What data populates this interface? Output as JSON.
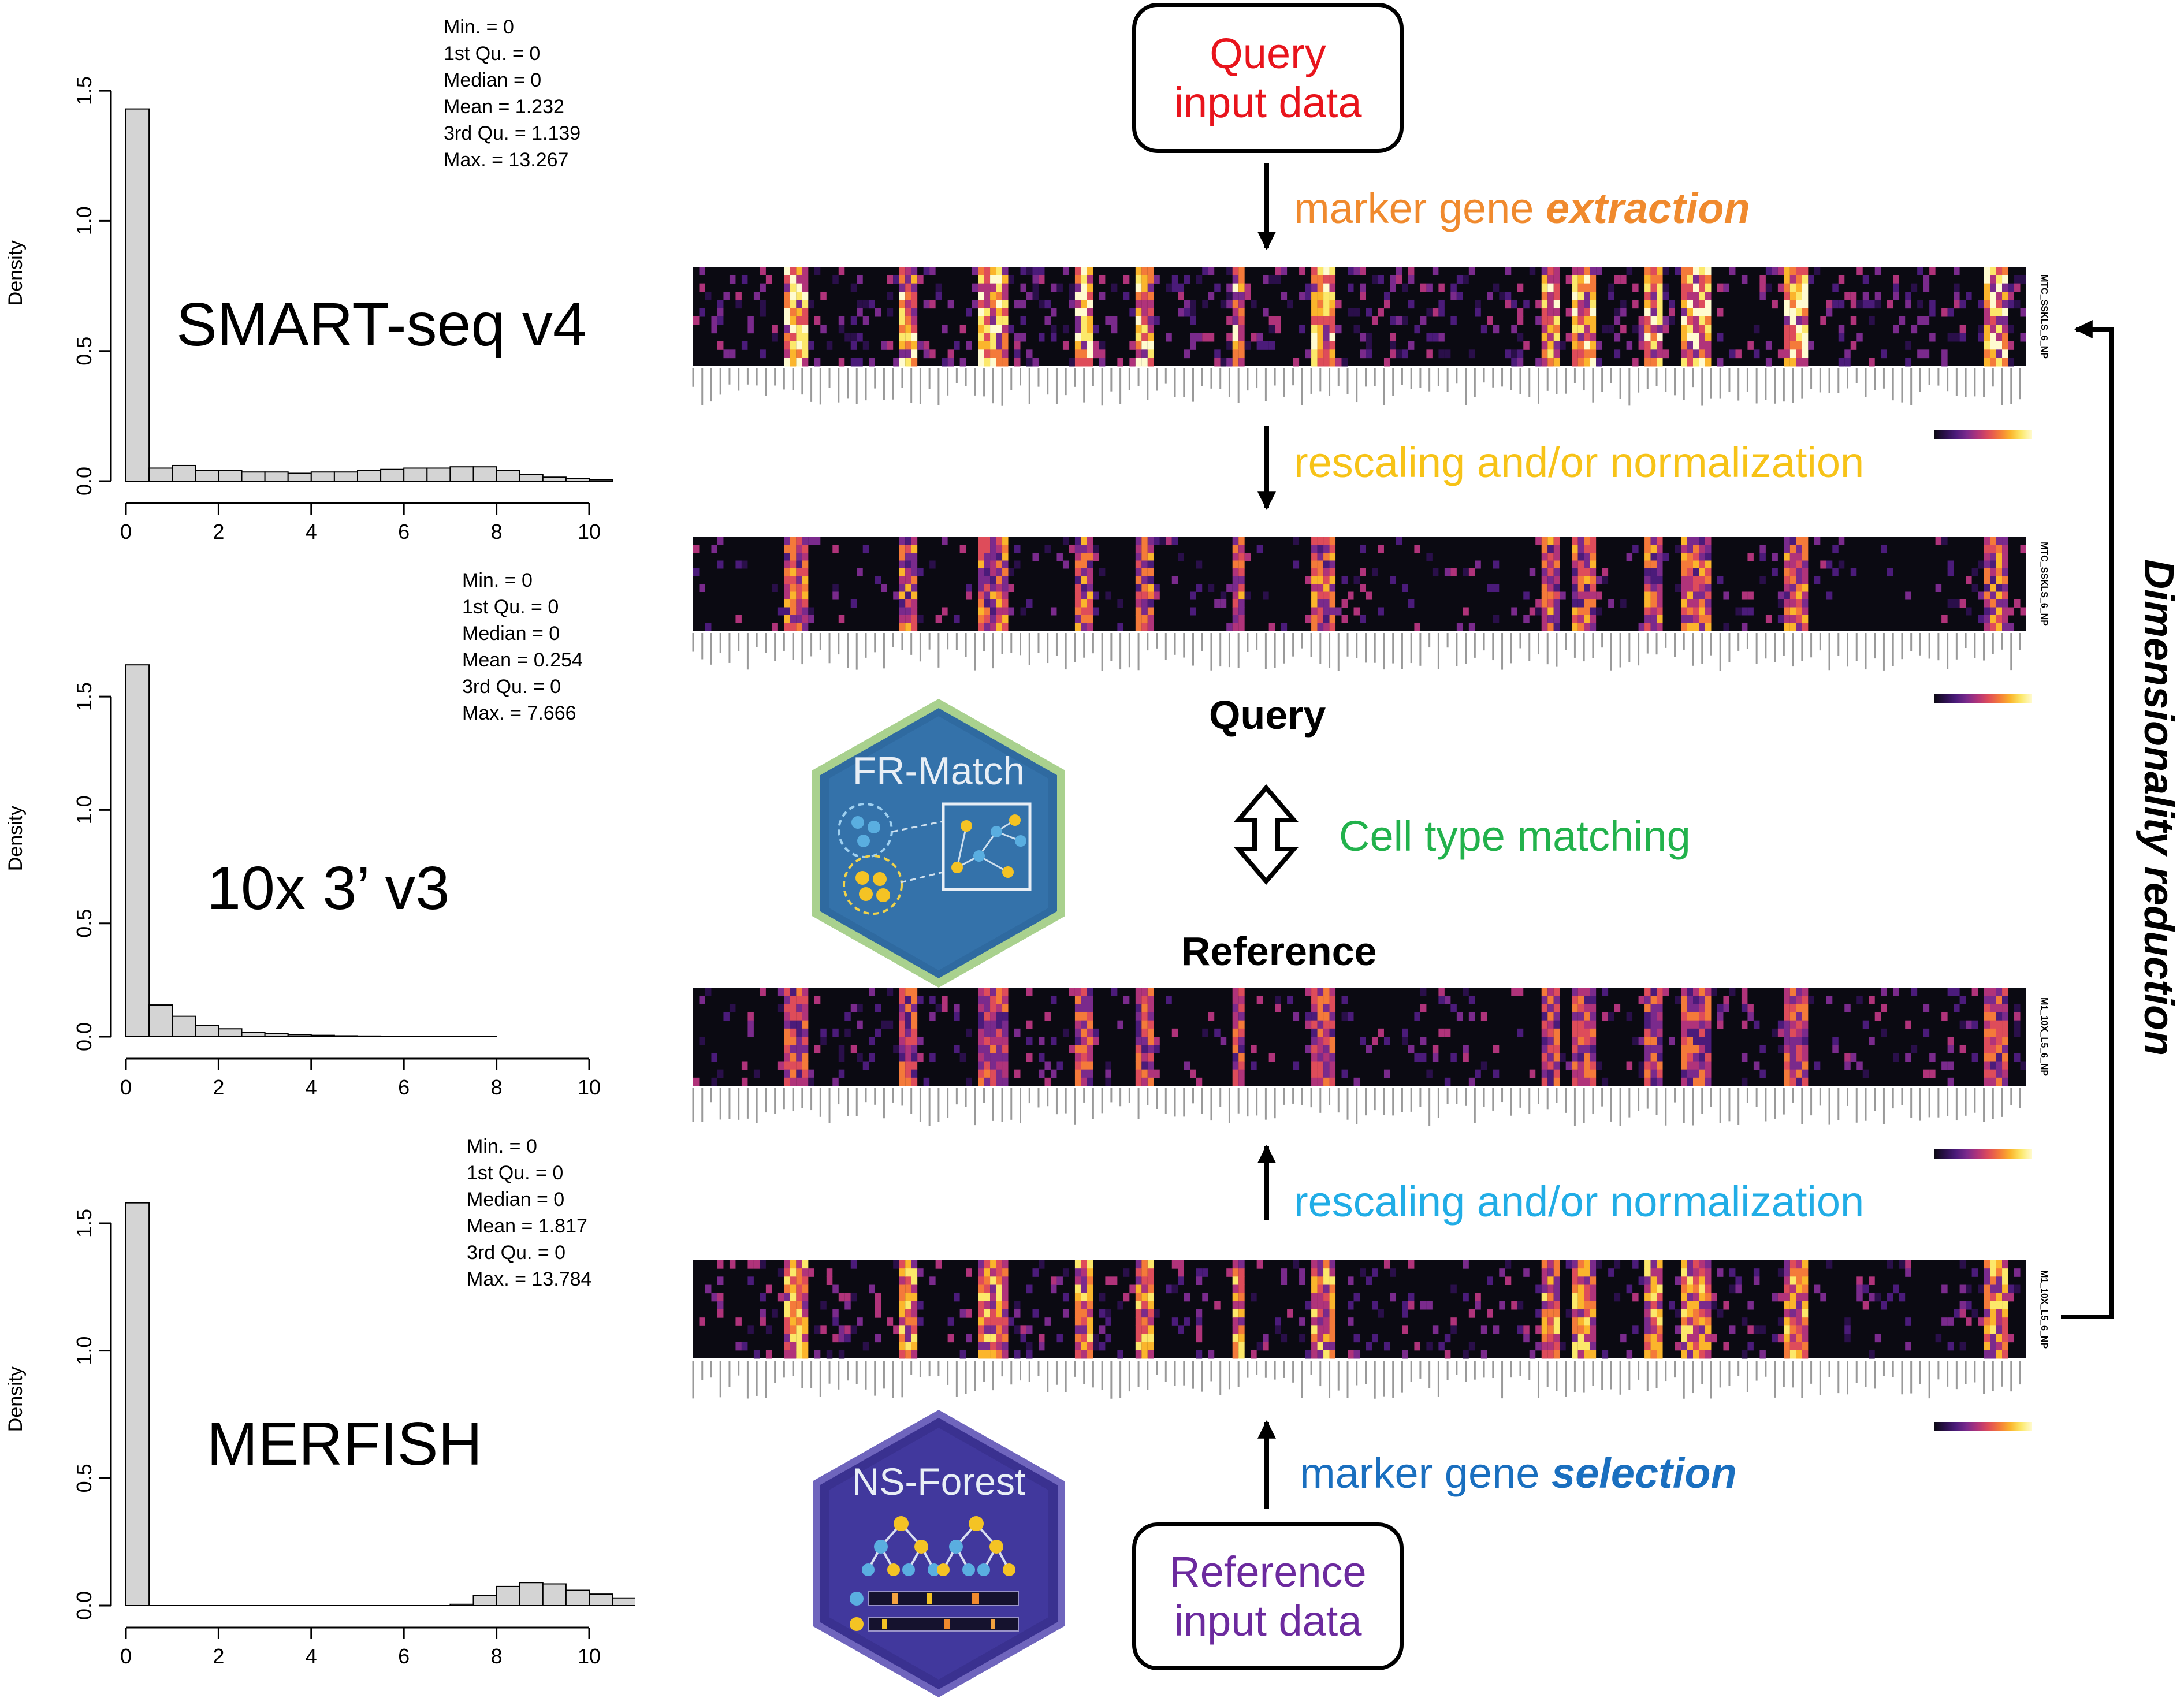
{
  "colors": {
    "query_red": "#e8141c",
    "extraction_orange": "#f08a2e",
    "rescale_query_yellow": "#f7c318",
    "matching_green": "#22b24c",
    "rescale_ref_blue": "#21ade6",
    "selection_blue": "#1a6fbf",
    "reference_purple": "#6c2a9e",
    "hist_fill": "#d4d4d4",
    "heatmap_bg": "#0b0a12",
    "frmatch_badge": "#2f6aa0",
    "nsforest_badge": "#3a3190"
  },
  "histograms": [
    {
      "method": "SMART-seq v4",
      "ylabel": "Density",
      "xticks": [
        "0",
        "2",
        "4",
        "6",
        "8",
        "10"
      ],
      "yticks": [
        "0.0",
        "0.5",
        "1.0",
        "1.5"
      ],
      "ymax": 1.6,
      "stats": [
        "Min. = 0",
        "1st Qu. = 0",
        "Median = 0",
        "Mean = 1.232",
        "3rd Qu. = 1.139",
        "Max. = 13.267"
      ],
      "bin_width": 0.5,
      "bin_start": 0,
      "densities": [
        1.43,
        0.05,
        0.06,
        0.04,
        0.04,
        0.035,
        0.035,
        0.03,
        0.035,
        0.035,
        0.04,
        0.045,
        0.05,
        0.05,
        0.055,
        0.055,
        0.04,
        0.025,
        0.015,
        0.01,
        0.005
      ]
    },
    {
      "method": "10x 3’ v3",
      "ylabel": "Density",
      "xticks": [
        "0",
        "2",
        "4",
        "6",
        "8",
        "10"
      ],
      "yticks": [
        "0.0",
        "0.5",
        "1.0",
        "1.5"
      ],
      "ymax": 1.75,
      "stats": [
        "Min. = 0",
        "1st Qu. = 0",
        "Median = 0",
        "Mean = 0.254",
        "3rd Qu. = 0",
        "Max. = 7.666"
      ],
      "bin_width": 0.5,
      "bin_start": 0,
      "densities": [
        1.64,
        0.14,
        0.09,
        0.05,
        0.035,
        0.02,
        0.013,
        0.009,
        0.006,
        0.004,
        0.003,
        0.002,
        0.002,
        0.001,
        0.001,
        0.001
      ]
    },
    {
      "method": "MERFISH",
      "ylabel": "Density",
      "xticks": [
        "0",
        "2",
        "4",
        "6",
        "8",
        "10"
      ],
      "yticks": [
        "0.0",
        "0.5",
        "1.0",
        "1.5"
      ],
      "ymax": 1.62,
      "stats": [
        "Min. = 0",
        "1st Qu. = 0",
        "Median = 0",
        "Mean = 1.817",
        "3rd Qu. = 0",
        "Max. = 13.784"
      ],
      "bin_width": 0.5,
      "bin_start": 0,
      "densities": [
        1.58,
        0,
        0,
        0,
        0,
        0,
        0,
        0,
        0,
        0,
        0,
        0,
        0,
        0,
        0.005,
        0.04,
        0.075,
        0.09,
        0.085,
        0.06,
        0.045,
        0.03,
        0.02
      ]
    }
  ],
  "flow": {
    "query_box": [
      "Query",
      "input data"
    ],
    "reference_box": [
      "Reference",
      "input data"
    ],
    "step_extraction": {
      "prefix": "marker gene ",
      "emph": "extraction"
    },
    "step_rescale_query": "rescaling and/or normalization",
    "query_heading": "Query",
    "matching": "Cell type matching",
    "reference_heading": "Reference",
    "step_rescale_ref": "rescaling and/or normalization",
    "step_selection": {
      "prefix": "marker gene ",
      "emph": "selection"
    },
    "side_label": "Dimensionality reduction"
  },
  "badges": {
    "frmatch": "FR-Match",
    "nsforest": "NS-Forest"
  },
  "heatmaps": [
    {
      "id": "query_raw",
      "row_label": "MTC_SSKLS_6_NP"
    },
    {
      "id": "query_norm",
      "row_label": "MTC_SSKLS_6_NP"
    },
    {
      "id": "ref_norm",
      "row_label": "M1_10X_L5_6_NP"
    },
    {
      "id": "ref_raw",
      "row_label": "M1_10X_L5_6_NP"
    }
  ]
}
